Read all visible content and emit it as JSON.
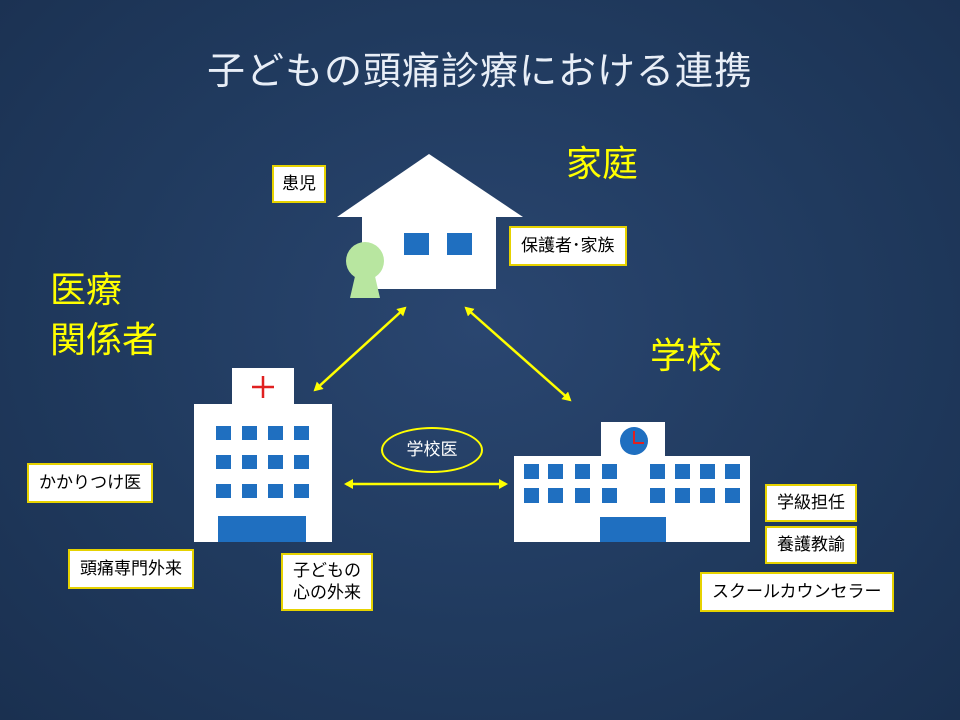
{
  "title": "子どもの頭痛診療における連携",
  "sections": {
    "home": "家庭",
    "medical_line1": "医療",
    "medical_line2": "関係者",
    "school": "学校"
  },
  "tags": {
    "patient": "患児",
    "guardian": "保護者･家族",
    "family_doctor": "かかりつけ医",
    "headache_clinic": "頭痛専門外来",
    "child_mind_line1": "子どもの",
    "child_mind_line2": "心の外来",
    "homeroom_teacher": "学級担任",
    "school_nurse": "養護教諭",
    "counselor": "スクールカウンセラー"
  },
  "link_label": "学校医",
  "colors": {
    "accent": "#ffff00",
    "building": "#ffffff",
    "window": "#1f6fc0",
    "cross": "#e02020",
    "person": "#b8e6a0"
  },
  "icons": [
    "house-icon",
    "person-icon",
    "hospital-icon",
    "school-icon",
    "clock-icon"
  ]
}
